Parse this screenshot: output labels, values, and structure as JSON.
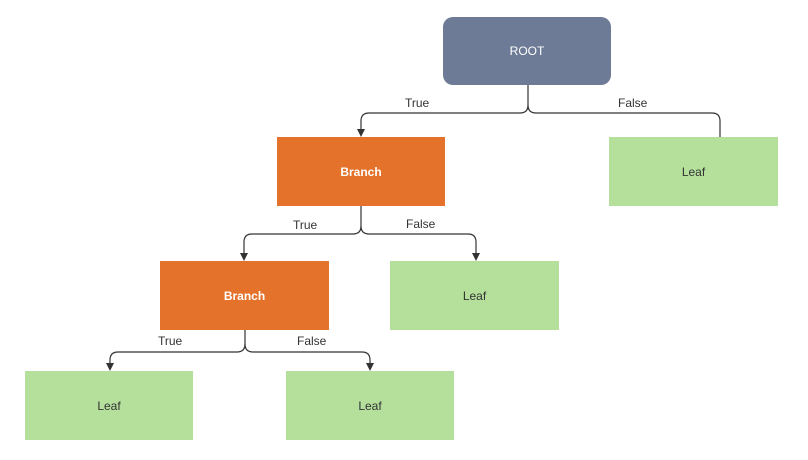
{
  "colors": {
    "root": "#6e7b96",
    "branch": "#e4722a",
    "leaf": "#b4e09c",
    "edge": "#333333"
  },
  "nodes": {
    "root": "ROOT",
    "branch_1": "Branch",
    "branch_2": "Branch",
    "leaf_top_right": "Leaf",
    "leaf_middle": "Leaf",
    "leaf_bottom_left": "Leaf",
    "leaf_bottom_right": "Leaf"
  },
  "edges": {
    "root_true": "True",
    "root_false": "False",
    "branch1_true": "True",
    "branch1_false": "False",
    "branch2_true": "True",
    "branch2_false": "False"
  }
}
